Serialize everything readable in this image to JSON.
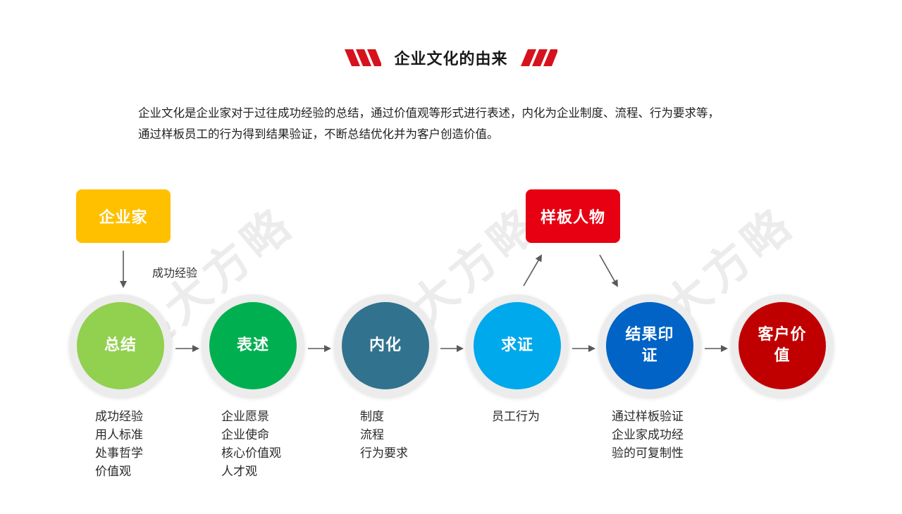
{
  "header": {
    "title": "企业文化的由来",
    "accent_color": "#D6121E"
  },
  "intro": {
    "lines": [
      "企业文化是企业家对于过往成功经验的总结，通过价值观等形式进行表述，内化为企业制度、流程、行为要求等，",
      "通过样板员工的行为得到结果验证，不断总结优化并为客户创造价值。"
    ]
  },
  "watermark": {
    "text": "远大方略"
  },
  "top_boxes": {
    "entrepreneur": {
      "label": "企业家",
      "color": "#FFC000"
    },
    "role_model": {
      "label": "样板人物",
      "color": "#E60012"
    }
  },
  "arrow_label": "成功经验",
  "steps": [
    {
      "label": "总结",
      "color": "#92D050",
      "details": [
        "成功经验",
        "用人标准",
        "处事哲学",
        "价值观"
      ]
    },
    {
      "label": "表述",
      "color": "#00B050",
      "details": [
        "企业愿景",
        "企业使命",
        "核心价值观",
        "人才观"
      ]
    },
    {
      "label": "内化",
      "color": "#31728E",
      "details": [
        "制度",
        "流程",
        "行为要求"
      ]
    },
    {
      "label": "求证",
      "color": "#00A8EC",
      "details": [
        "员工行为"
      ]
    },
    {
      "label": "结果印证",
      "color": "#0063C5",
      "details": [
        "通过样板验证",
        "企业家成功经",
        "验的可复制性"
      ]
    },
    {
      "label": "客户价值",
      "color": "#C00000",
      "details": []
    }
  ]
}
